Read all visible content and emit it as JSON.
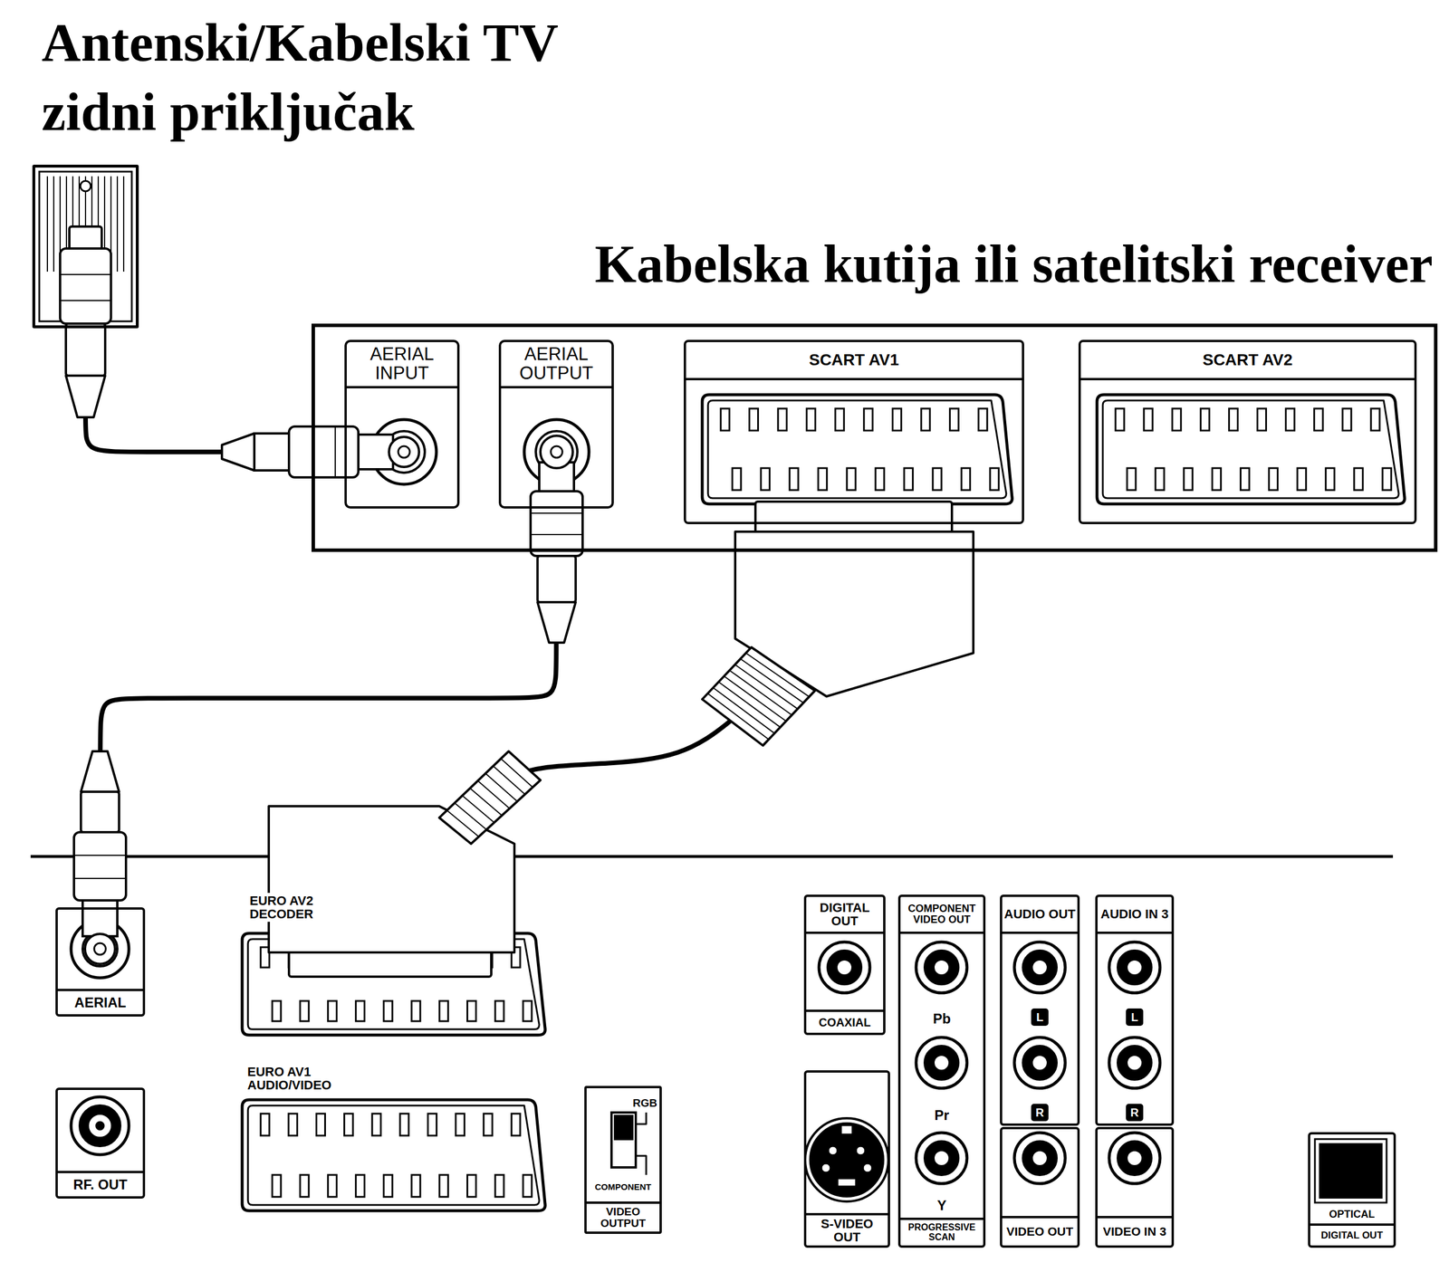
{
  "diagram": {
    "nodes": [
      {
        "text": [
          "Antenski/Kabelski TV zidni priključak"
        ]
      },
      {
        "text": [
          "Kabelska kutija ili satelitski receiver"
        ]
      },
      {
        "text": [
          "AERIAL INPUT"
        ],
        "in": 1
      },
      {
        "text": [
          "AERIAL OUTPUT"
        ],
        "in": 1
      },
      {
        "text": [
          "SCART AV1"
        ],
        "in": 1
      },
      {
        "text": [
          "SCART AV2"
        ],
        "in": 1
      },
      {
        "text": [
          "AERIAL"
        ]
      },
      {
        "text": [
          "RF. OUT"
        ]
      },
      {
        "text": [
          "EURO AV2 DECODER"
        ]
      },
      {
        "text": [
          "EURO AV1 AUDIO/VIDEO"
        ]
      },
      {
        "text": [
          "RGB",
          "COMPONENT",
          "VIDEO OUTPUT"
        ]
      },
      {
        "text": [
          "DIGITAL OUT",
          "COAXIAL"
        ]
      },
      {
        "text": [
          "S-VIDEO OUT"
        ]
      },
      {
        "text": [
          "COMPONENT VIDEO OUT",
          "Pb",
          "Pr",
          "Y",
          "PROGRESSIVE SCAN"
        ]
      },
      {
        "text": [
          "AUDIO OUT",
          "L",
          "R"
        ]
      },
      {
        "text": [
          "VIDEO OUT"
        ]
      },
      {
        "text": [
          "AUDIO IN 3",
          "L",
          "R"
        ]
      },
      {
        "text": [
          "VIDEO IN 3"
        ]
      },
      {
        "text": [
          "OPTICAL",
          "DIGITAL OUT"
        ]
      }
    ],
    "edges": [
      {
        "from": 0,
        "to": 2,
        "arrow": "none"
      },
      {
        "from": 3,
        "to": 6,
        "arrow": "none"
      },
      {
        "from": 4,
        "to": 8,
        "arrow": "none"
      }
    ]
  }
}
